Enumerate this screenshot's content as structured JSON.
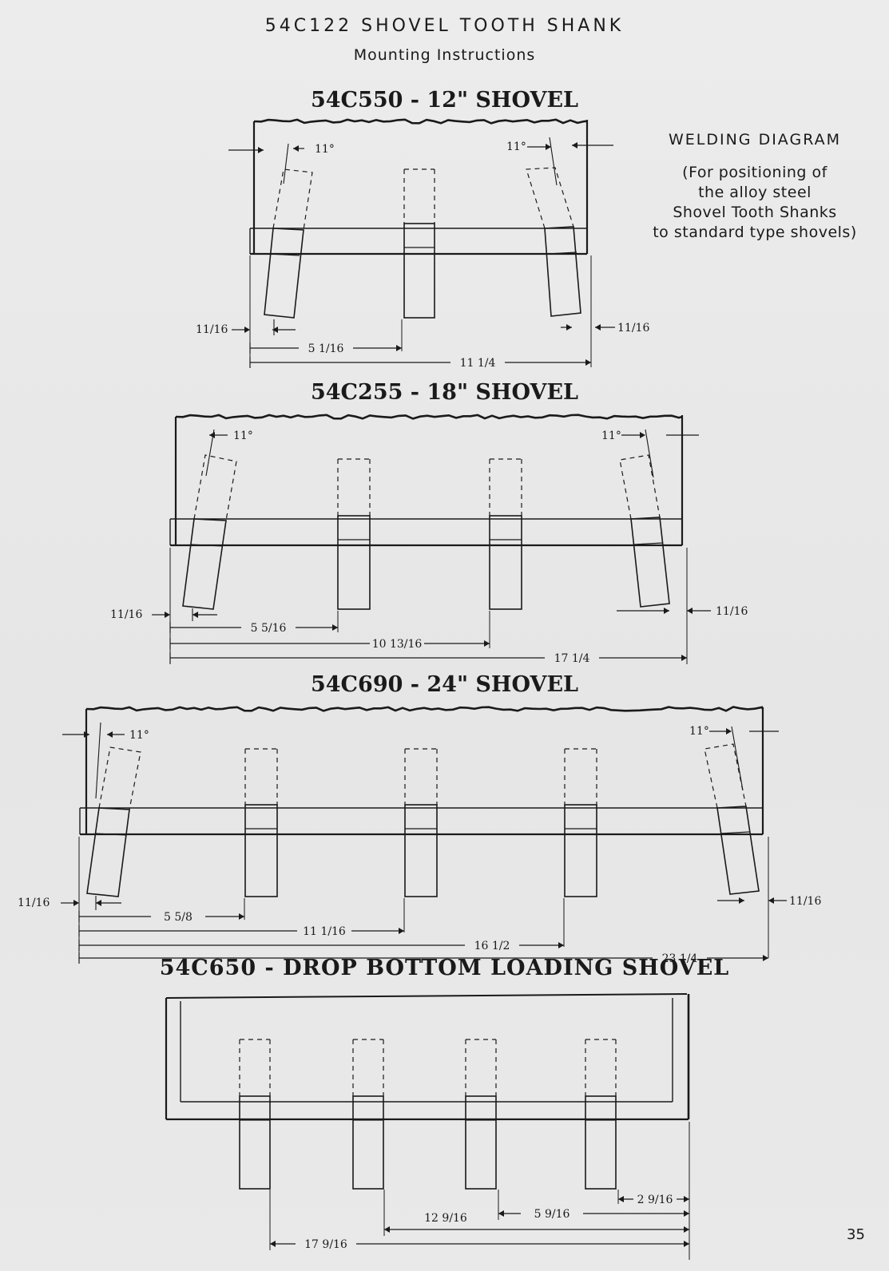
{
  "document": {
    "title": "54C122 SHOVEL TOOTH SHANK",
    "subtitle": "Mounting Instructions",
    "page_number": "35",
    "welding": {
      "title": "WELDING DIAGRAM",
      "description": "(For positioning of\nthe alloy steel\nShovel Tooth Shanks\nto standard type shovels)"
    }
  },
  "sections": [
    {
      "title": "54C550 - 12\" SHOVEL",
      "angle": "11°",
      "edge_offset": "11/16",
      "dims": [
        "5 1/16",
        "11 1/4"
      ]
    },
    {
      "title": "54C255 - 18\" SHOVEL",
      "angle": "11°",
      "edge_offset": "11/16",
      "dims": [
        "5 5/16",
        "10 13/16",
        "17 1/4"
      ]
    },
    {
      "title": "54C690 - 24\" SHOVEL",
      "angle": "11°",
      "edge_offset": "11/16",
      "dims": [
        "5 5/8",
        "11 1/16",
        "16 1/2",
        "23 1/4"
      ]
    },
    {
      "title": "54C650 - DROP BOTTOM LOADING SHOVEL",
      "dims": [
        "2 9/16",
        "5 9/16",
        "12 9/16",
        "17 9/16"
      ]
    }
  ]
}
